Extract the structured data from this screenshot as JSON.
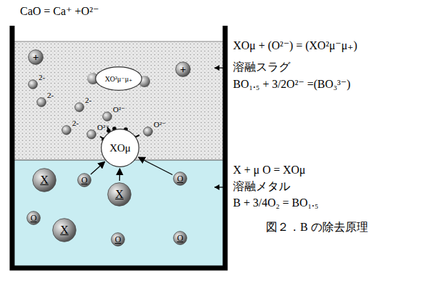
{
  "diagram": {
    "caption": "図２．B の除去原理",
    "nodes": [
      {
        "text": [
          "+"
        ]
      },
      {
        "text": [
          "2-"
        ]
      },
      {
        "text": [
          "XO²μ⁻μ₊"
        ]
      },
      {
        "text": [
          "+"
        ]
      },
      {
        "text": [
          "2-"
        ]
      },
      {
        "text": [
          "O²⁻"
        ]
      },
      {
        "text": [
          "2-"
        ]
      },
      {
        "text": [
          "O²⁻"
        ]
      },
      {
        "text": [
          "O²⁻"
        ]
      },
      {
        "text": [
          "2-"
        ]
      },
      {
        "text": [
          "XOμ"
        ]
      },
      {
        "text": [
          "X"
        ]
      },
      {
        "text": [
          "O"
        ]
      },
      {
        "text": [
          "X"
        ]
      },
      {
        "text": [
          "O"
        ]
      },
      {
        "text": [
          "O"
        ]
      },
      {
        "text": [
          "X"
        ]
      },
      {
        "text": [
          "O"
        ]
      },
      {
        "text": [
          "O"
        ]
      }
    ],
    "edges": [
      {
        "from": 12,
        "to": 10,
        "arrow": "to"
      },
      {
        "from": 13,
        "to": 10,
        "arrow": "to"
      },
      {
        "from": 14,
        "to": 10,
        "arrow": "to"
      }
    ],
    "labels": [
      "CaO = Ca⁺ +O²⁻",
      "XOμ + (O²⁻) = (XO²μ⁻μ₊)",
      "溶融スラグ",
      "BO₁.₅ + 3/2O²⁻ =(BO₃³⁻)",
      "X + μ O = XOμ",
      "溶融メタル",
      "B + 3/4O₂ = BO₁.₅"
    ]
  }
}
